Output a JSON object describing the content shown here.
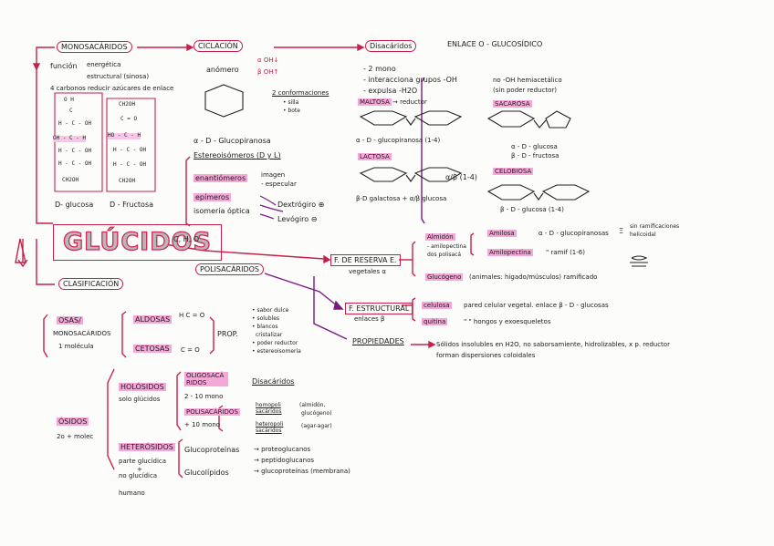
{
  "title": "GLÚCIDOS",
  "formula": "C, H, O",
  "mono": {
    "label": "MONOSACÁRIDOS",
    "funcion": "función",
    "energetica": "energética",
    "estructural": "estructural (sinosa)",
    "carbonos": "4 carbonos reducir azúcares de enlace",
    "glucosa_rows": [
      "O  H",
      "C",
      "H - C - OH",
      "OH - C - H",
      "H - C - OH",
      "H - C - OH",
      "CH2OH"
    ],
    "fructosa_rows": [
      "CH2OH",
      "C = O",
      "HO - C - H",
      "H - C - OH",
      "H - C - OH",
      "CH2OH"
    ],
    "glucosa_label": "D- glucosa",
    "fructosa_label": "D - Fructosa"
  },
  "ciclacion": {
    "label": "CICLACIÓN",
    "anomero": "anómero",
    "oh_a": "α OH↓",
    "oh_b": "β OH↑",
    "conformaciones": "2 conformaciones",
    "silla": "• silla",
    "bote": "• bote",
    "glucopiranosa": "α - D - Glucopiranosa",
    "estereoisomeros": "Estereoisómeros (D y L)",
    "enantiomeros": "enantiómeros",
    "imagen": "imagen",
    "especular": "- especular",
    "epimeros": "epímeros",
    "isomeria": "isomería óptica",
    "dextrogiro": "Dextrógiro ⊕",
    "levogiro": "Levógiro ⊖"
  },
  "disacaridos": {
    "label": "Disacáridos",
    "enlace": "ENLACE O - GLUCOSÍDICO",
    "item1": "- 2 mono",
    "item2": "- interacciona grupos -OH",
    "item3": "- expulsa -H2O",
    "maltosa": "MALTOSA",
    "reductor": "→ reductor",
    "maltosa_desc": "α - D - glucopiranosa (1-4)",
    "lactosa": "LACTOSA",
    "lactosa_bond": "α/β (1-4)",
    "lactosa_desc": "β-D galactosa + α/β glucosa",
    "no_oh": "no -OH hemiacetálico",
    "sin_poder": "(sin poder reductor)",
    "sacarosa": "SACAROSA",
    "sacarosa_desc1": "α - D - glucosa",
    "sacarosa_desc2": "β - D - fructosa",
    "celobiosa": "CELOBIOSA",
    "celobiosa_desc": "β - D - glucosa (1-4)"
  },
  "reserva": {
    "label": "F. DE RESERVA E.",
    "sub": "vegetales α",
    "almidon": "Almidón",
    "almidon_sub1": "- amilopectina",
    "almidon_sub2": "dos polisacá",
    "amilosa": "Amilosa",
    "amilosa_desc": "α - D - glucopiranosas",
    "amilosa_desc2": "sin ramificaciones",
    "amilosa_desc3": "helicoidal",
    "amilopectina": "Amilopectina",
    "amilopectina_desc": "\" ramif (1-6)",
    "glucogeno": "Glucógeno",
    "glucogeno_desc": "(animales: hígado/músculos) ramificado"
  },
  "estructural": {
    "label": "F. ESTRUCTURAL",
    "sub": "enlaces β",
    "celulosa": "celulosa",
    "celulosa_desc": "pared celular vegetal. enlace β - D - glucosas",
    "quitina": "quitina",
    "quitina_desc": "\"  \"  hongos y exoesqueletos"
  },
  "polisacaridos": {
    "label": "POLISACÁRIDOS"
  },
  "propiedades": {
    "label": "PROPIEDADES",
    "desc1": "Sólidos insolubles en H2O, no saborsamiente, hidrolizables, x p. reductor",
    "desc2": "forman dispersiones coloidales"
  },
  "clasificacion": {
    "label": "CLASIFICACIÓN",
    "osas": "OSAS/",
    "monosacaridos": "MONOSACÁRIDOS",
    "una_molecula": "1 molécula",
    "aldosas": "ALDOSAS",
    "cetosas": "CETOSAS",
    "aldo_group": "H  C = O",
    "ceto_group": "C = O",
    "prop": "PROP.",
    "props": [
      "• sabor dulce",
      "• solubles",
      "• blancos",
      "cristalizar",
      "• poder reductor",
      "• estereoisomería"
    ],
    "osidos": "ÓSIDOS",
    "osidos_sub": "2o + molec",
    "holosidos": "HOLÓSIDOS",
    "holosidos_sub": "solo glúcidos",
    "oligosacaridos": "OLIGOSACÁ RIDOS",
    "oligo_sub": "2 - 10 mono",
    "disacaridos": "Disacáridos",
    "polisacaridos": "POLISACÁRIDOS",
    "poli_sub": "+ 10 mono",
    "homopoli": "homopoli sacáridos",
    "homo_ex1": "(almidón,",
    "homo_ex2": "glucógeno)",
    "heteropoli": "heteropoli sacáridos",
    "hetero_ex": "(agar-agar)",
    "heterosidos": "HETERÓSIDOS",
    "hetero_sub1": "parte glucídica",
    "hetero_sub2": "no glucídica",
    "glucoproteinas": "Glucoproteínas",
    "glucolipidos": "Glucolípidos",
    "proteoglucanos": "→ proteoglucanos",
    "peptidoglucanos": "→ peptidoglucanos",
    "glucoproteinas_m": "→ glucoproteínas (membrana)",
    "humano": "humano"
  }
}
